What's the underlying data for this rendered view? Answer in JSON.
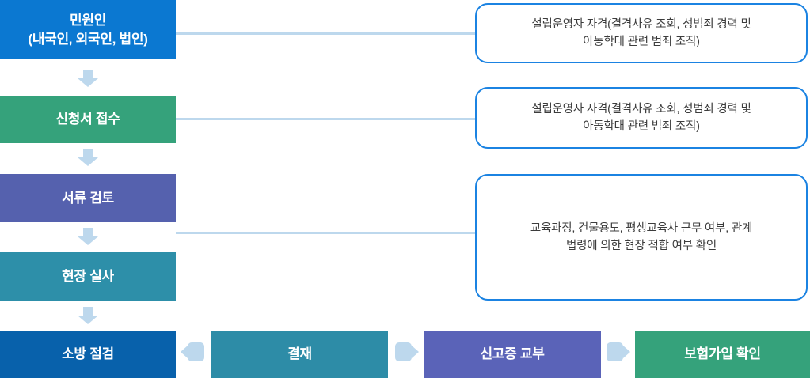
{
  "process_flow": {
    "vertical_steps": [
      {
        "name": "applicant",
        "line1": "민원인",
        "line2": "(내국인, 외국인, 법인)",
        "color": "#0b78d1"
      },
      {
        "name": "application-receipt",
        "line1": "신청서 접수",
        "line2": "",
        "color": "#35a27b"
      },
      {
        "name": "document-review",
        "line1": "서류 검토",
        "line2": "",
        "color": "#5561ae"
      },
      {
        "name": "site-inspection",
        "line1": "현장 실사",
        "line2": "",
        "color": "#2d8fa9"
      }
    ],
    "bottom_steps": [
      {
        "name": "fire-safety-check",
        "label": "소방 점검",
        "color": "#0861ab"
      },
      {
        "name": "approval",
        "label": "결재",
        "color": "#2d8ca7"
      },
      {
        "name": "certificate-issuance",
        "label": "신고증 교부",
        "color": "#5a63b8"
      },
      {
        "name": "insurance-confirmation",
        "label": "보험가입 확인",
        "color": "#35a27b"
      }
    ],
    "notes": [
      {
        "line1": "설립운영자 자격(결격사유 조회, 성범죄 경력 및",
        "line2": "아동학대 관련 범죄 조직)"
      },
      {
        "line1": "설립운영자 자격(결격사유 조회, 성범죄 경력 및",
        "line2": "아동학대 관련 범죄 조직)"
      },
      {
        "line1": "교육과정, 건물용도, 평생교육사 근무 여부, 관계",
        "line2": "법령에 의한 현장 적합 여부 확인"
      }
    ],
    "arrows": {
      "down_arrow_count": 4,
      "bottom_arrow_directions": [
        "left",
        "right",
        "right"
      ]
    },
    "accent": {
      "note_border": "#1b83e2",
      "connector": "#bdd8ed",
      "note_text": "#3c3c3c",
      "step_text": "#ffffff",
      "background": "#ffffff"
    }
  }
}
